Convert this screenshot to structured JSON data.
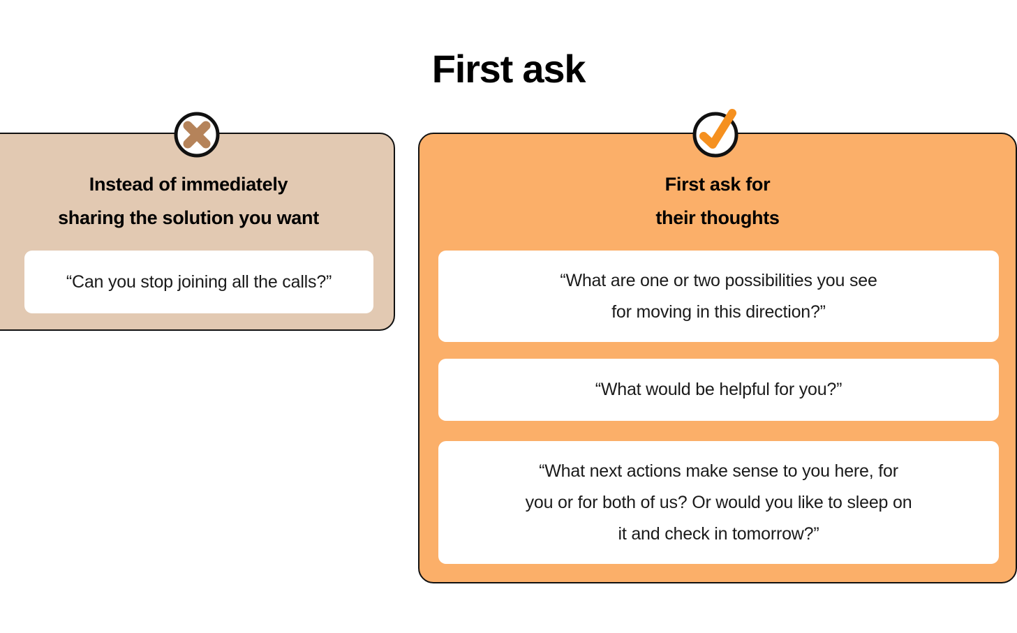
{
  "title": "First ask",
  "colors": {
    "background": "#ffffff",
    "dont_card_bg": "#e2c9b2",
    "do_card_bg": "#fbaf69",
    "cross_icon": "#b5835a",
    "check_icon": "#f5901f",
    "border": "#111111",
    "quote_box_bg": "#ffffff",
    "text": "#000000"
  },
  "columns": {
    "dont": {
      "badge_icon": "cross-circle-icon",
      "heading_line_1": "Instead of immediately",
      "heading_line_2": "sharing the solution you want",
      "quotes": [
        {
          "lines": [
            "“Can you stop joining all the calls?”"
          ]
        }
      ]
    },
    "do": {
      "badge_icon": "check-circle-icon",
      "heading_line_1": "First ask for",
      "heading_line_2": "their thoughts",
      "quotes": [
        {
          "lines": [
            "“What are one or two possibilities you see",
            "for moving in this direction?”"
          ]
        },
        {
          "lines": [
            "“What would be helpful for you?”"
          ]
        },
        {
          "lines": [
            "“What next actions make sense to you here, for",
            "you or for both of us? Or would you like to sleep on",
            "it and check in tomorrow?”"
          ]
        }
      ]
    }
  }
}
